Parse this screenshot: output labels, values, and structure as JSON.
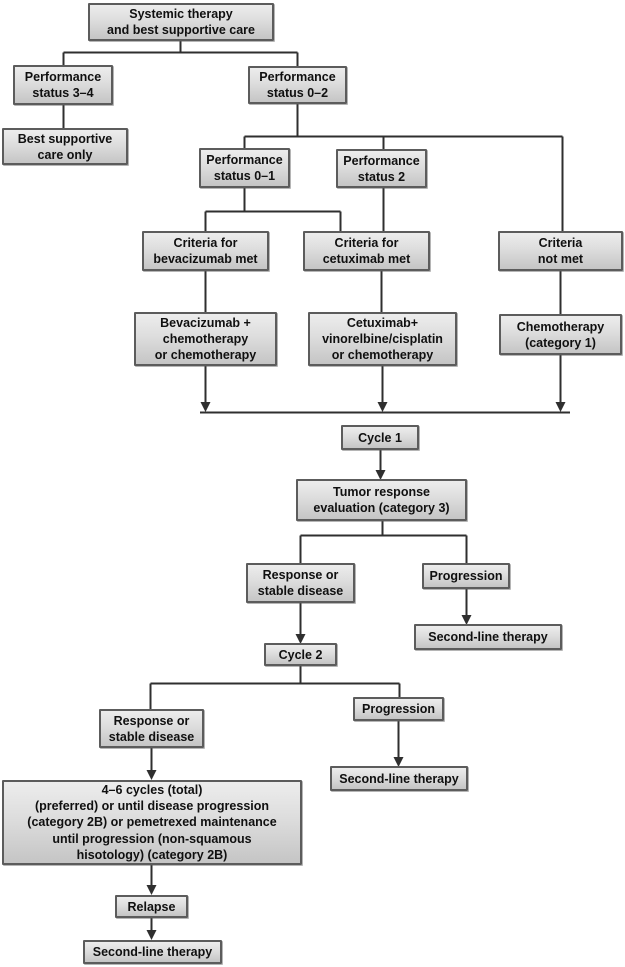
{
  "figure": {
    "type": "flowchart",
    "background": "#ffffff"
  },
  "colors": {
    "box_fill_top": "#ededed",
    "box_fill_bottom": "#c5c5c5",
    "box_border": "#5c5c5c",
    "connector_line": "#2f2f2f",
    "text": "#101010"
  },
  "nodes": {
    "systemic_therapy": {
      "label": "Systemic therapy\nand best supportive care"
    },
    "ps_3_4": {
      "label": "Performance\nstatus 3–4"
    },
    "ps_0_2": {
      "label": "Performance\nstatus 0–2"
    },
    "best_supportive_care": {
      "label": "Best supportive\ncare only"
    },
    "ps_0_1": {
      "label": "Performance\nstatus 0–1"
    },
    "ps_2": {
      "label": "Performance\nstatus 2"
    },
    "criteria_bevacizumab": {
      "label": "Criteria for\nbevacizumab met"
    },
    "criteria_cetuximab": {
      "label": "Criteria for\ncetuximab met"
    },
    "criteria_not_met": {
      "label": "Criteria\nnot met"
    },
    "bevacizumab_chemo": {
      "label": "Bevacizumab +\nchemotherapy\nor chemotherapy"
    },
    "cetuximab_chemo": {
      "label": "Cetuximab+\nvinorelbine/cisplatin\nor chemotherapy"
    },
    "chemotherapy_cat1": {
      "label": "Chemotherapy\n(category 1)"
    },
    "cycle_1": {
      "label": "Cycle 1"
    },
    "tumor_response_eval": {
      "label": "Tumor response\nevaluation (category 3)"
    },
    "response_stable_1": {
      "label": "Response or\nstable disease"
    },
    "progression_1": {
      "label": "Progression"
    },
    "second_line_1": {
      "label": "Second-line therapy"
    },
    "cycle_2": {
      "label": "Cycle 2"
    },
    "response_stable_2": {
      "label": "Response or\nstable disease"
    },
    "progression_2": {
      "label": "Progression"
    },
    "second_line_2": {
      "label": "Second-line therapy"
    },
    "cycles_4_6": {
      "label": "4–6 cycles (total)\n(preferred) or until disease progression\n(category 2B) or pemetrexed maintenance\nuntil progression (non-squamous\nhisotology) (category 2B)"
    },
    "relapse": {
      "label": "Relapse"
    },
    "second_line_3": {
      "label": "Second-line therapy"
    }
  },
  "edges": [
    {
      "from": "systemic_therapy",
      "to": "ps_3_4",
      "arrow": false
    },
    {
      "from": "systemic_therapy",
      "to": "ps_0_2",
      "arrow": false
    },
    {
      "from": "ps_3_4",
      "to": "best_supportive_care",
      "arrow": false
    },
    {
      "from": "ps_0_2",
      "to": "ps_0_1",
      "arrow": false
    },
    {
      "from": "ps_0_2",
      "to": "ps_2",
      "arrow": false
    },
    {
      "from": "ps_0_2",
      "to": "criteria_not_met",
      "arrow": false
    },
    {
      "from": "ps_0_1",
      "to": "criteria_bevacizumab",
      "arrow": false
    },
    {
      "from": "ps_0_1",
      "to": "criteria_cetuximab",
      "arrow": false
    },
    {
      "from": "ps_2",
      "to": "criteria_cetuximab",
      "arrow": false
    },
    {
      "from": "criteria_bevacizumab",
      "to": "bevacizumab_chemo",
      "arrow": false
    },
    {
      "from": "criteria_cetuximab",
      "to": "cetuximab_chemo",
      "arrow": false
    },
    {
      "from": "criteria_not_met",
      "to": "chemotherapy_cat1",
      "arrow": false
    },
    {
      "from": "bevacizumab_chemo",
      "to": "cycle_1",
      "arrow": true
    },
    {
      "from": "cetuximab_chemo",
      "to": "cycle_1",
      "arrow": true
    },
    {
      "from": "chemotherapy_cat1",
      "to": "cycle_1",
      "arrow": true
    },
    {
      "from": "cycle_1",
      "to": "tumor_response_eval",
      "arrow": true
    },
    {
      "from": "tumor_response_eval",
      "to": "response_stable_1",
      "arrow": false
    },
    {
      "from": "tumor_response_eval",
      "to": "progression_1",
      "arrow": false
    },
    {
      "from": "response_stable_1",
      "to": "cycle_2",
      "arrow": true
    },
    {
      "from": "progression_1",
      "to": "second_line_1",
      "arrow": true
    },
    {
      "from": "cycle_2",
      "to": "response_stable_2",
      "arrow": false
    },
    {
      "from": "cycle_2",
      "to": "progression_2",
      "arrow": false
    },
    {
      "from": "response_stable_2",
      "to": "cycles_4_6",
      "arrow": true
    },
    {
      "from": "progression_2",
      "to": "second_line_2",
      "arrow": true
    },
    {
      "from": "cycles_4_6",
      "to": "relapse",
      "arrow": true
    },
    {
      "from": "relapse",
      "to": "second_line_3",
      "arrow": true
    }
  ]
}
